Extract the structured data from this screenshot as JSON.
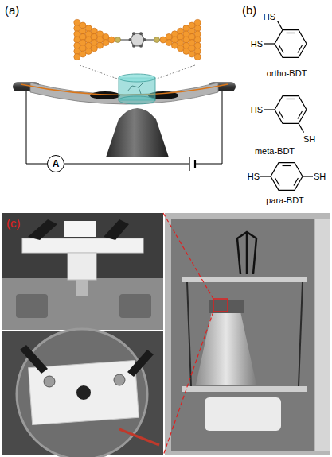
{
  "diagram": {
    "nodes": [
      {
        "text": [
          "A"
        ]
      }
    ],
    "labels": [
      "(a)",
      "(b)",
      "HS",
      "HS",
      "ortho-BDT",
      "HS",
      "SH",
      "meta-BDT",
      "HS",
      "SH",
      "para-BDT",
      "(c)"
    ]
  }
}
